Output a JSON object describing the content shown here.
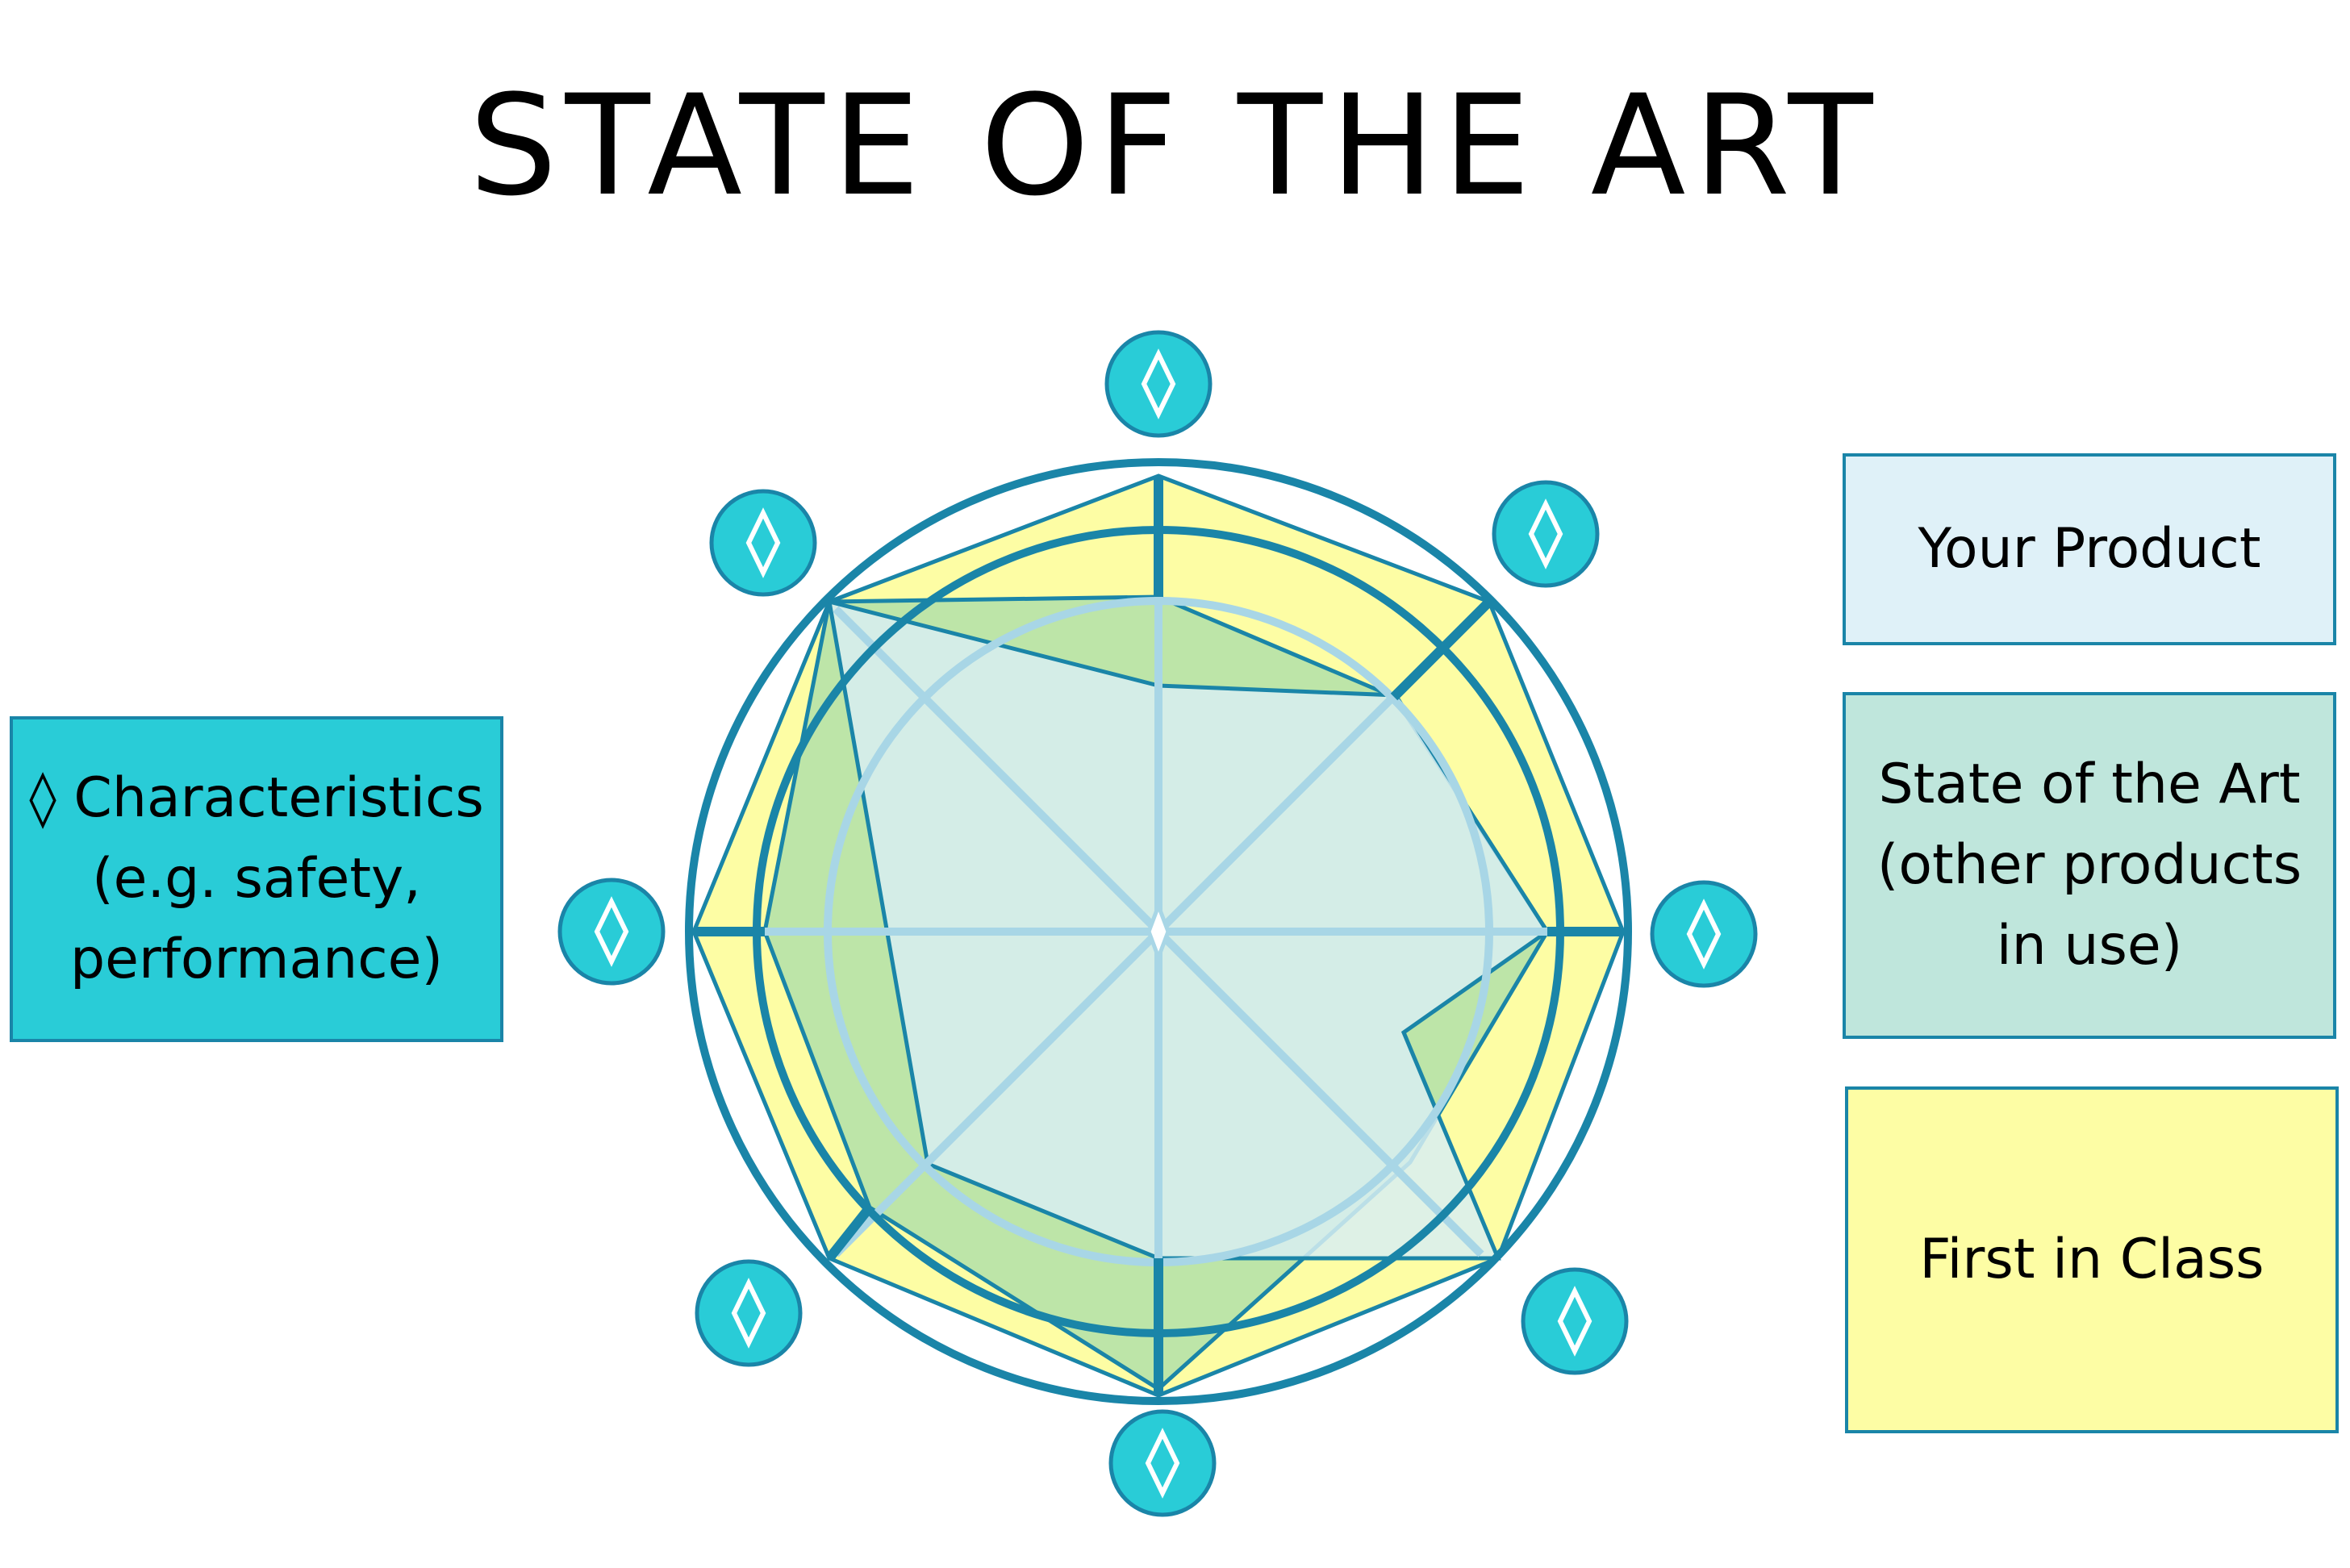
{
  "title": "STATE OF THE ART",
  "characteristics_box": {
    "line1": "◊ Characteristics",
    "line2": "(e.g. safety,",
    "line3": "performance)"
  },
  "legend": {
    "your_product": "Your Product",
    "state_of_art_line1": "State of the Art",
    "state_of_art_line2": "(other products",
    "state_of_art_line3": "in use)",
    "first_in_class": "First in Class"
  },
  "axis_marker_symbol": "◊",
  "colors": {
    "ring": "#1a85a8",
    "marker_fill": "#29ccd7",
    "first_in_class": "#fdfda4",
    "state_of_art": "#bde5a8",
    "your_product": "#d8eef2",
    "axis_light": "#a8d6e6"
  }
}
